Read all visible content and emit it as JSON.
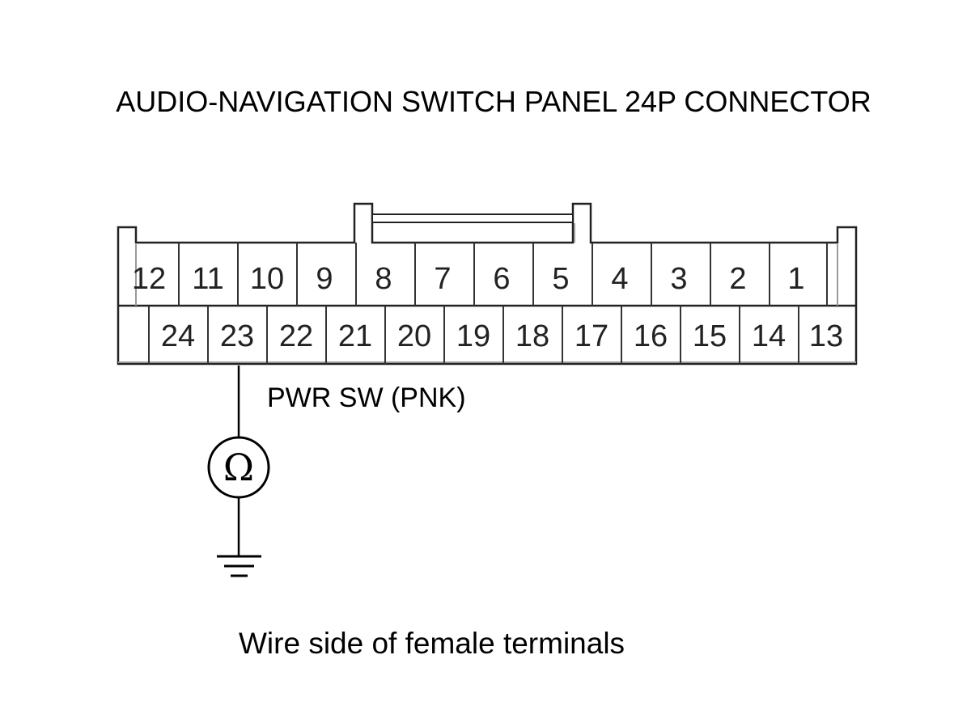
{
  "title": "AUDIO-NAVIGATION SWITCH PANEL 24P CONNECTOR",
  "connector": {
    "top_row_pins": [
      "12",
      "11",
      "10",
      "9",
      "8",
      "7",
      "6",
      "5",
      "4",
      "3",
      "2",
      "1"
    ],
    "bottom_row_pins": [
      "24",
      "23",
      "22",
      "21",
      "20",
      "19",
      "18",
      "17",
      "16",
      "15",
      "14",
      "13"
    ],
    "probed_pin": "23"
  },
  "wire_label": "PWR SW (PNK)",
  "meter_symbol": "Ω",
  "ground_symbol": "ground-icon",
  "caption": "Wire side of female terminals"
}
